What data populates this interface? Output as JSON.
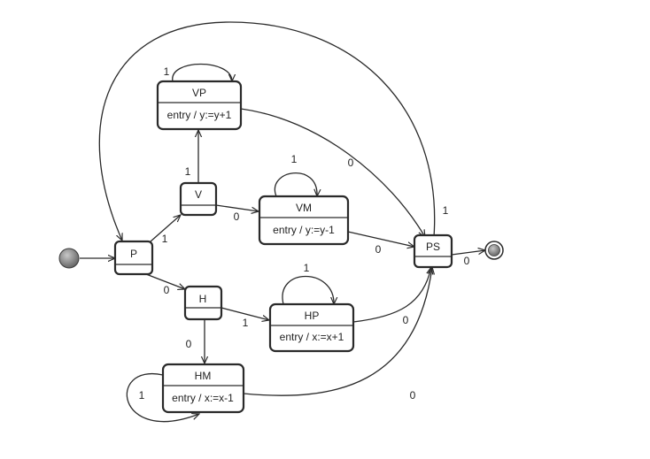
{
  "diagram": {
    "states": {
      "P": {
        "name": "P"
      },
      "V": {
        "name": "V"
      },
      "H": {
        "name": "H"
      },
      "VP": {
        "name": "VP",
        "action": "entry / y:=y+1"
      },
      "VM": {
        "name": "VM",
        "action": "entry / y:=y-1"
      },
      "HP": {
        "name": "HP",
        "action": "entry / x:=x+1"
      },
      "HM": {
        "name": "HM",
        "action": "entry / x:=x-1"
      },
      "PS": {
        "name": "PS"
      }
    },
    "transitions": {
      "VP_VP": "1",
      "V_VP": "1",
      "P_V": "1",
      "P_H": "0",
      "V_VM": "0",
      "VM_VM": "1",
      "VP_PS": "0",
      "VM_PS": "0",
      "PS_P": "1",
      "PS_final": "0",
      "H_HP": "1",
      "HP_HP": "1",
      "HP_PS": "0",
      "H_HM": "0",
      "HM_HM": "1",
      "HM_PS": "0"
    },
    "colors": {
      "stroke": "#2a2a2a",
      "initial_fill": "#7a7a7a",
      "final_fill": "#8a8a8a"
    }
  }
}
